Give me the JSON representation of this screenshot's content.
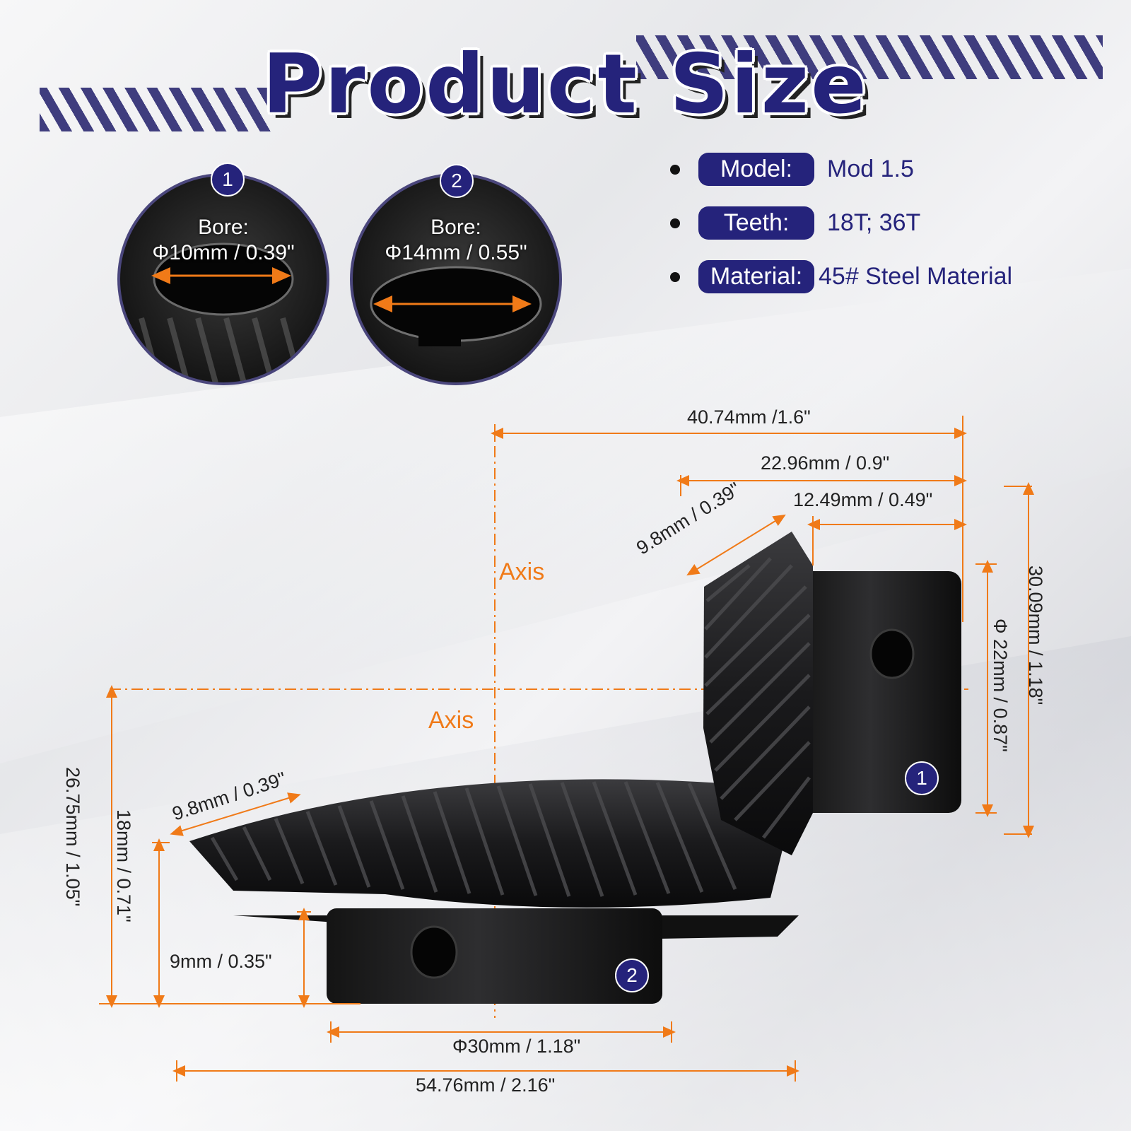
{
  "title": "Product Size",
  "specs": [
    {
      "label": "Model:",
      "value": "Mod 1.5"
    },
    {
      "label": "Teeth:",
      "value": "18T; 36T"
    },
    {
      "label": "Material:",
      "value": "45# Steel Material"
    }
  ],
  "bores": [
    {
      "badge": "1",
      "label": "Bore:",
      "value": "Φ10mm / 0.39\""
    },
    {
      "badge": "2",
      "label": "Bore:",
      "value": "Φ14mm / 0.55\""
    }
  ],
  "gear_badges": [
    "1",
    "2"
  ],
  "axis_labels": [
    "Axis",
    "Axis"
  ],
  "dimensions": {
    "d1": "40.74mm /1.6\"",
    "d2": "22.96mm / 0.9\"",
    "d3": "12.49mm / 0.49\"",
    "d4": "9.8mm / 0.39\"",
    "d5": "30.09mm / 1.18\"",
    "d6": "Φ 22mm / 0.87\"",
    "d7": "9.8mm / 0.39\"",
    "d8": "26.75mm / 1.05\"",
    "d9": "18mm / 0.71\"",
    "d10": "9mm / 0.35\"",
    "d11": "Φ30mm / 1.18\"",
    "d12": "54.76mm / 2.16\""
  },
  "colors": {
    "brand": "#25237b",
    "dimension": "#f07a18"
  }
}
